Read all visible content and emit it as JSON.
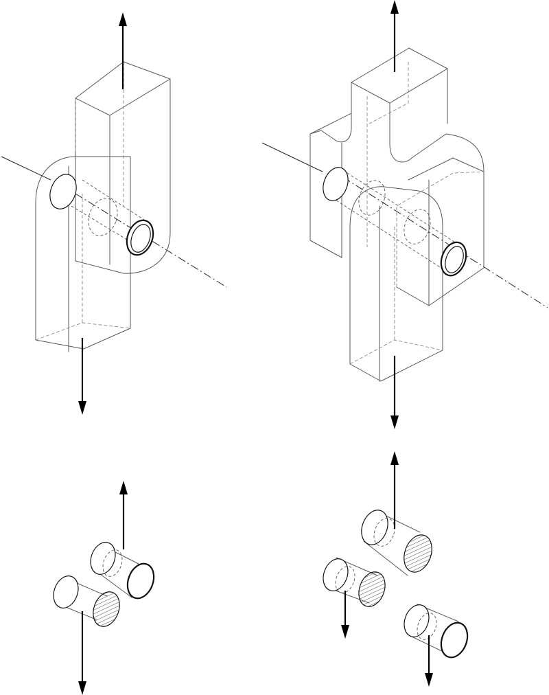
{
  "figure": {
    "panels": [
      {
        "name": "single-shear-joint"
      },
      {
        "name": "double-shear-joint"
      },
      {
        "name": "single-shear-pin-free-body"
      },
      {
        "name": "double-shear-pin-free-body"
      }
    ],
    "colors": {
      "outline": "#555555",
      "hidden": "#888888",
      "pin": "#111111",
      "arrow": "#000000",
      "hatch": "#333333"
    },
    "icons": [
      "force-arrow",
      "centerline",
      "hatched-shear-face"
    ]
  }
}
